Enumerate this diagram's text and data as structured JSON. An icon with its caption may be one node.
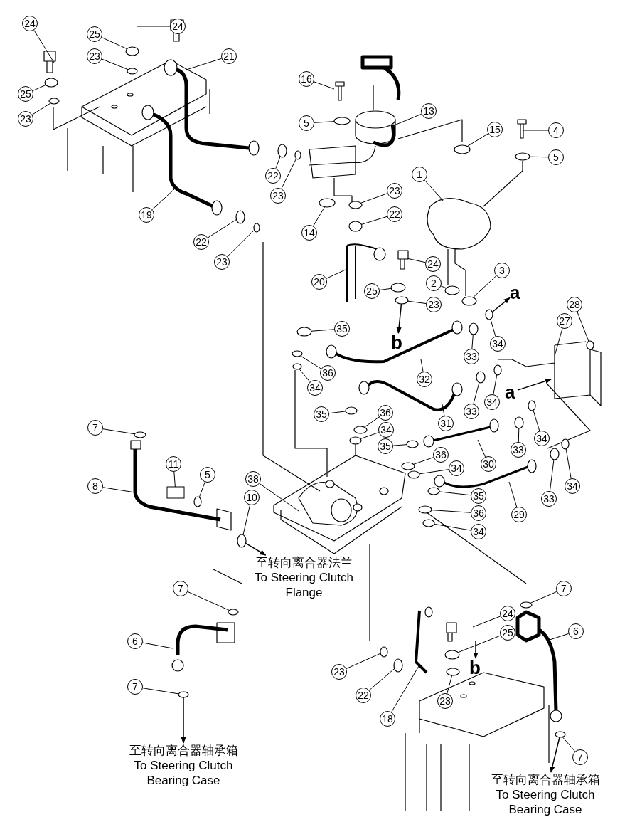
{
  "diagram": {
    "nodes": [
      {
        "text": [
          "24"
        ]
      },
      {
        "text": [
          "24"
        ]
      },
      {
        "text": [
          "25"
        ]
      },
      {
        "text": [
          "21"
        ]
      },
      {
        "text": [
          "23"
        ]
      },
      {
        "text": [
          "25"
        ]
      },
      {
        "text": [
          "23"
        ]
      },
      {
        "text": [
          "16"
        ]
      },
      {
        "text": [
          "13"
        ]
      },
      {
        "text": [
          "5"
        ]
      },
      {
        "text": [
          "15"
        ]
      },
      {
        "text": [
          "4"
        ]
      },
      {
        "text": [
          "5"
        ]
      },
      {
        "text": [
          "1"
        ]
      },
      {
        "text": [
          "19"
        ]
      },
      {
        "text": [
          "22"
        ]
      },
      {
        "text": [
          "23"
        ]
      },
      {
        "text": [
          "23"
        ]
      },
      {
        "text": [
          "22"
        ]
      },
      {
        "text": [
          "14"
        ]
      },
      {
        "text": [
          "22"
        ]
      },
      {
        "text": [
          "23"
        ]
      },
      {
        "text": [
          "20"
        ]
      },
      {
        "text": [
          "24"
        ]
      },
      {
        "text": [
          "2"
        ]
      },
      {
        "text": [
          "3"
        ]
      },
      {
        "text": [
          "25"
        ]
      },
      {
        "text": [
          "23"
        ]
      },
      {
        "text": [
          "35"
        ]
      },
      {
        "text": [
          "27"
        ]
      },
      {
        "text": [
          "28"
        ]
      },
      {
        "text": [
          "33"
        ]
      },
      {
        "text": [
          "34"
        ]
      },
      {
        "text": [
          "36"
        ]
      },
      {
        "text": [
          "34"
        ]
      },
      {
        "text": [
          "32"
        ]
      },
      {
        "text": [
          "33"
        ]
      },
      {
        "text": [
          "34"
        ]
      },
      {
        "text": [
          "35"
        ]
      },
      {
        "text": [
          "36"
        ]
      },
      {
        "text": [
          "34"
        ]
      },
      {
        "text": [
          "31"
        ]
      },
      {
        "text": [
          "35"
        ]
      },
      {
        "text": [
          "36"
        ]
      },
      {
        "text": [
          "34"
        ]
      },
      {
        "text": [
          "30"
        ]
      },
      {
        "text": [
          "33"
        ]
      },
      {
        "text": [
          "34"
        ]
      },
      {
        "text": [
          "35"
        ]
      },
      {
        "text": [
          "36"
        ]
      },
      {
        "text": [
          "34"
        ]
      },
      {
        "text": [
          "29"
        ]
      },
      {
        "text": [
          "33"
        ]
      },
      {
        "text": [
          "34"
        ]
      },
      {
        "text": [
          "38"
        ]
      },
      {
        "text": [
          "7"
        ]
      },
      {
        "text": [
          "11"
        ]
      },
      {
        "text": [
          "8"
        ]
      },
      {
        "text": [
          "5"
        ]
      },
      {
        "text": [
          "10"
        ]
      },
      {
        "text": [
          "7"
        ]
      },
      {
        "text": [
          "6"
        ]
      },
      {
        "text": [
          "7"
        ]
      },
      {
        "text": [
          "23"
        ]
      },
      {
        "text": [
          "22"
        ]
      },
      {
        "text": [
          "18"
        ]
      },
      {
        "text": [
          "24"
        ]
      },
      {
        "text": [
          "25"
        ]
      },
      {
        "text": [
          "23"
        ]
      },
      {
        "text": [
          "7"
        ]
      },
      {
        "text": [
          "6"
        ]
      },
      {
        "text": [
          "7"
        ]
      },
      {
        "text": [
          "a"
        ]
      },
      {
        "text": [
          "a"
        ]
      },
      {
        "text": [
          "b"
        ]
      },
      {
        "text": [
          "b"
        ]
      },
      {
        "text": [
          "至转向离合器法兰",
          "To Steering Clutch Flange"
        ]
      },
      {
        "text": [
          "至转向离合器轴承箱",
          "To Steering Clutch Bearing Case"
        ]
      },
      {
        "text": [
          "至转向离合器轴承箱",
          "To Steering Clutch Bearing Case"
        ]
      },
      {
        "text": [],
        "shape": "circle"
      },
      {
        "text": [],
        "shape": "circle"
      },
      {
        "text": [],
        "shape": "circle"
      },
      {
        "text": [],
        "shape": "circle"
      },
      {
        "text": [],
        "shape": "circle"
      },
      {
        "text": [],
        "shape": "circle"
      },
      {
        "text": [],
        "shape": "circle"
      },
      {
        "text": [],
        "shape": "circle"
      },
      {
        "text": [],
        "shape": "circle"
      },
      {
        "text": [],
        "shape": "circle"
      },
      {
        "text": [],
        "shape": "circle"
      },
      {
        "text": [],
        "shape": "circle"
      },
      {
        "text": [],
        "shape": "circle"
      },
      {
        "text": [],
        "shape": "circle"
      },
      {
        "text": [],
        "shape": "circle"
      },
      {
        "text": [],
        "shape": "circle"
      },
      {
        "text": [],
        "shape": "circle"
      },
      {
        "text": [],
        "shape": "circle"
      },
      {
        "text": [],
        "shape": "circle"
      },
      {
        "text": [],
        "shape": "circle"
      },
      {
        "text": [],
        "shape": "circle"
      },
      {
        "text": [],
        "shape": "circle"
      },
      {
        "text": [],
        "shape": "circle"
      },
      {
        "text": [],
        "shape": "circle"
      },
      {
        "text": [],
        "shape": "circle"
      },
      {
        "text": [],
        "shape": "circle"
      },
      {
        "text": [],
        "shape": "circle"
      },
      {
        "text": [],
        "shape": "circle"
      },
      {
        "text": [],
        "shape": "circle"
      },
      {
        "text": [],
        "shape": "circle"
      },
      {
        "text": [],
        "shape": "circle"
      },
      {
        "text": [],
        "shape": "circle"
      },
      {
        "text": [],
        "shape": "circle"
      },
      {
        "text": [],
        "shape": "circle"
      },
      {
        "text": [],
        "shape": "circle"
      },
      {
        "text": [],
        "shape": "circle"
      },
      {
        "text": [],
        "shape": "circle"
      },
      {
        "text": [],
        "shape": "circle"
      },
      {
        "text": [],
        "shape": "circle"
      },
      {
        "text": [],
        "shape": "circle"
      },
      {
        "text": [],
        "shape": "circle"
      },
      {
        "text": [],
        "shape": "circle"
      },
      {
        "text": [],
        "shape": "circle"
      },
      {
        "text": [],
        "shape": "circle"
      },
      {
        "text": [],
        "shape": "circle"
      },
      {
        "text": [],
        "shape": "circle"
      },
      {
        "text": [],
        "shape": "circle"
      },
      {
        "text": [],
        "shape": "circle"
      },
      {
        "text": [],
        "shape": "circle"
      },
      {
        "text": [],
        "shape": "circle"
      },
      {
        "text": [],
        "shape": "box"
      }
    ],
    "edges": [
      {
        "from": 0,
        "to": null,
        "arrow": "none"
      },
      {
        "from": 1,
        "to": null,
        "arrow": "none"
      },
      {
        "from": 2,
        "to": 79,
        "arrow": "none"
      },
      {
        "from": 3,
        "to": null,
        "arrow": "none"
      },
      {
        "from": 4,
        "to": 80,
        "arrow": "none"
      },
      {
        "from": 5,
        "to": 81,
        "arrow": "none"
      },
      {
        "from": 6,
        "to": 82,
        "arrow": "none"
      },
      {
        "from": 7,
        "to": null,
        "arrow": "none"
      },
      {
        "from": 8,
        "to": null,
        "arrow": "none"
      },
      {
        "from": 9,
        "to": 83,
        "arrow": "none"
      },
      {
        "from": 10,
        "to": 84,
        "arrow": "none"
      },
      {
        "from": 11,
        "to": null,
        "arrow": "none"
      },
      {
        "from": 12,
        "to": 85,
        "arrow": "none"
      },
      {
        "from": 13,
        "to": null,
        "arrow": "none"
      },
      {
        "from": 14,
        "to": null,
        "arrow": "none"
      },
      {
        "from": 15,
        "to": 86,
        "arrow": "none"
      },
      {
        "from": 16,
        "to": 87,
        "arrow": "none"
      },
      {
        "from": 17,
        "to": 88,
        "arrow": "none"
      },
      {
        "from": 18,
        "to": 89,
        "arrow": "none"
      },
      {
        "from": 19,
        "to": 90,
        "arrow": "none"
      },
      {
        "from": 20,
        "to": 91,
        "arrow": "none"
      },
      {
        "from": 21,
        "to": 92,
        "arrow": "none"
      },
      {
        "from": 22,
        "to": null,
        "arrow": "none"
      },
      {
        "from": 23,
        "to": null,
        "arrow": "none"
      },
      {
        "from": 24,
        "to": 93,
        "arrow": "none"
      },
      {
        "from": 25,
        "to": 94,
        "arrow": "none"
      },
      {
        "from": 26,
        "to": 95,
        "arrow": "none"
      },
      {
        "from": 27,
        "to": 96,
        "arrow": "none"
      },
      {
        "from": 28,
        "to": 97,
        "arrow": "none"
      },
      {
        "from": 29,
        "to": null,
        "arrow": "none"
      },
      {
        "from": 30,
        "to": 98,
        "arrow": "none"
      },
      {
        "from": 31,
        "to": 99,
        "arrow": "none"
      },
      {
        "from": 32,
        "to": 100,
        "arrow": "none"
      },
      {
        "from": 33,
        "to": 101,
        "arrow": "none"
      },
      {
        "from": 34,
        "to": 102,
        "arrow": "none"
      },
      {
        "from": 35,
        "to": null,
        "arrow": "none"
      },
      {
        "from": 36,
        "to": 103,
        "arrow": "none"
      },
      {
        "from": 37,
        "to": 104,
        "arrow": "none"
      },
      {
        "from": 38,
        "to": 105,
        "arrow": "none"
      },
      {
        "from": 39,
        "to": 106,
        "arrow": "none"
      },
      {
        "from": 40,
        "to": 107,
        "arrow": "none"
      },
      {
        "from": 41,
        "to": null,
        "arrow": "none"
      },
      {
        "from": 42,
        "to": 108,
        "arrow": "none"
      },
      {
        "from": 43,
        "to": 109,
        "arrow": "none"
      },
      {
        "from": 44,
        "to": 110,
        "arrow": "none"
      },
      {
        "from": 45,
        "to": null,
        "arrow": "none"
      },
      {
        "from": 46,
        "to": 111,
        "arrow": "none"
      },
      {
        "from": 47,
        "to": 112,
        "arrow": "none"
      },
      {
        "from": 48,
        "to": 113,
        "arrow": "none"
      },
      {
        "from": 49,
        "to": 114,
        "arrow": "none"
      },
      {
        "from": 50,
        "to": 115,
        "arrow": "none"
      },
      {
        "from": 51,
        "to": null,
        "arrow": "none"
      },
      {
        "from": 52,
        "to": 116,
        "arrow": "none"
      },
      {
        "from": 53,
        "to": 117,
        "arrow": "none"
      },
      {
        "from": 54,
        "to": null,
        "arrow": "none"
      },
      {
        "from": 55,
        "to": 118,
        "arrow": "none"
      },
      {
        "from": 56,
        "to": 129,
        "arrow": "none"
      },
      {
        "from": 57,
        "to": null,
        "arrow": "none"
      },
      {
        "from": 58,
        "to": 119,
        "arrow": "none"
      },
      {
        "from": 59,
        "to": 120,
        "arrow": "none"
      },
      {
        "from": 60,
        "to": 121,
        "arrow": "none"
      },
      {
        "from": 61,
        "to": null,
        "arrow": "none"
      },
      {
        "from": 62,
        "to": 122,
        "arrow": "none"
      },
      {
        "from": 63,
        "to": 123,
        "arrow": "none"
      },
      {
        "from": 64,
        "to": 124,
        "arrow": "none"
      },
      {
        "from": 65,
        "to": null,
        "arrow": "none"
      },
      {
        "from": 66,
        "to": null,
        "arrow": "none"
      },
      {
        "from": 67,
        "to": 125,
        "arrow": "none"
      },
      {
        "from": 68,
        "to": 126,
        "arrow": "none"
      },
      {
        "from": 69,
        "to": 127,
        "arrow": "none"
      },
      {
        "from": 70,
        "to": null,
        "arrow": "none"
      },
      {
        "from": 71,
        "to": 128,
        "arrow": "none"
      },
      {
        "from": 100,
        "to": 72,
        "arrow": "to"
      },
      {
        "from": 73,
        "to": null,
        "arrow": "to"
      },
      {
        "from": 96,
        "to": 74,
        "arrow": "to"
      },
      {
        "from": null,
        "to": 75,
        "arrow": "to"
      },
      {
        "from": 120,
        "to": 76,
        "arrow": "to"
      },
      {
        "from": 122,
        "to": 77,
        "arrow": "to"
      },
      {
        "from": 128,
        "to": 78,
        "arrow": "to"
      }
    ]
  }
}
